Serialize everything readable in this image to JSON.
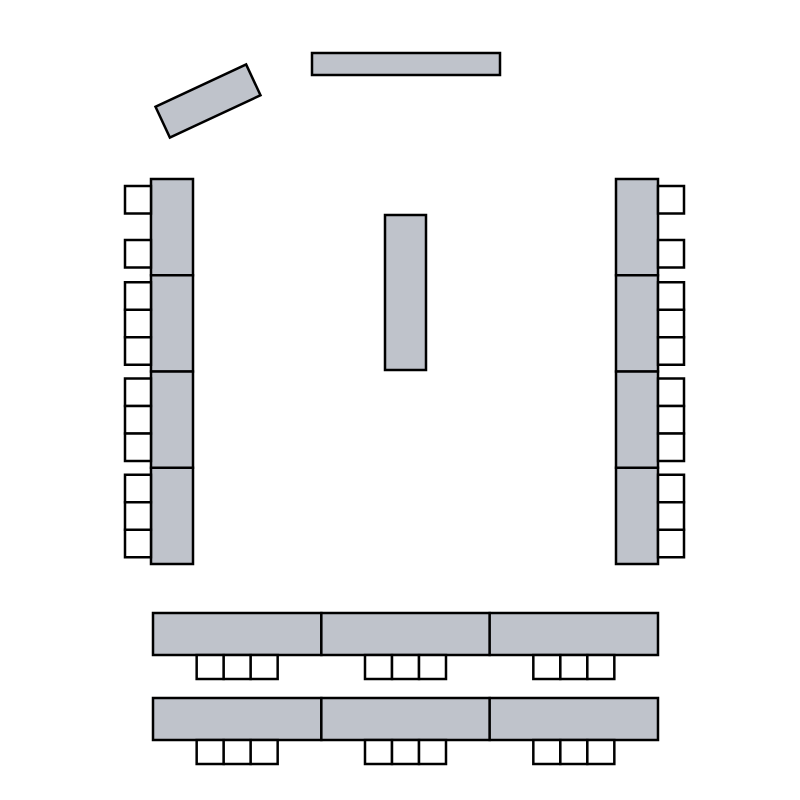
{
  "colors": {
    "background": "#ffffff",
    "table_fill": "#bfc3cb",
    "chair_fill": "#ffffff",
    "stroke": "#000000"
  },
  "diagram": {
    "kind": "seating-floor-plan",
    "head_tables": [
      {
        "name": "angled-head-table",
        "orientation": "angled"
      },
      {
        "name": "top-head-table",
        "orientation": "horizontal"
      }
    ],
    "center_table": {
      "orientation": "vertical"
    },
    "left_column": {
      "tables": 4,
      "chairs_per_table": [
        2,
        3,
        3,
        3
      ],
      "chair_side": "left"
    },
    "right_column": {
      "tables": 4,
      "chairs_per_table": [
        2,
        3,
        3,
        3
      ],
      "chair_side": "right"
    },
    "bottom_rows": [
      {
        "tables": 3,
        "chairs_per_table": 3,
        "chair_side": "below"
      },
      {
        "tables": 3,
        "chairs_per_table": 3,
        "chair_side": "below"
      }
    ]
  }
}
